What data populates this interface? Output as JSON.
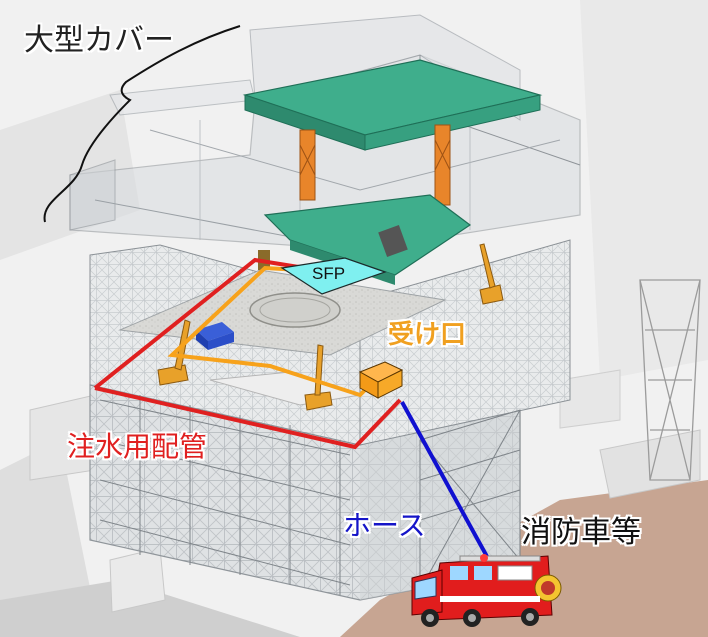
{
  "labels": {
    "large_cover": "大型カバー",
    "sfp": "SFP",
    "receiving_port": "受け口",
    "water_injection_pipe": "注水用配管",
    "hose": "ホース",
    "fire_truck": "消防車等"
  },
  "colors": {
    "cover_label": "#222222",
    "sfp_fill": "#7ff0f0",
    "receiving_port_label": "#f0a020",
    "orange_line": "#f7a21b",
    "pipe_line": "#e02020",
    "pipe_label": "#e02020",
    "hose_line": "#1010d0",
    "hose_label": "#1515c8",
    "fire_truck_label": "#111111",
    "crane_green": "#3fae8c",
    "support_orange": "#e8852a"
  },
  "icons": {
    "bracket": "curly-brace-icon",
    "receiving_box": "orange-box-icon",
    "fire_truck": "fire-truck-icon",
    "blue_container": "blue-container-icon"
  }
}
